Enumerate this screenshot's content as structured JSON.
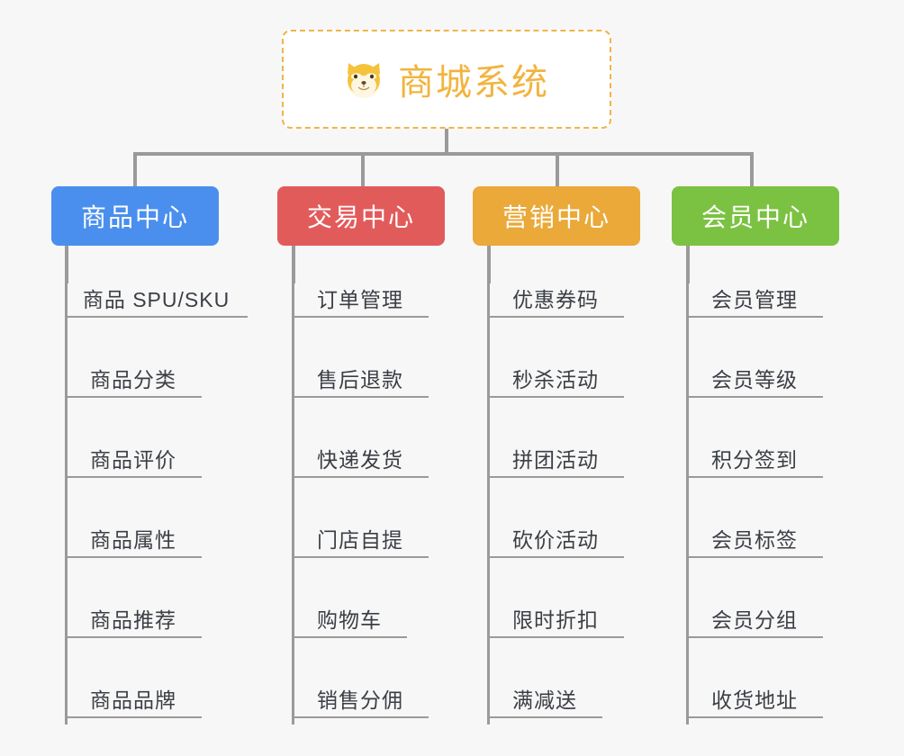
{
  "diagram": {
    "background_color": "#f7f7f7",
    "connector_color": "#9a9a9a",
    "root": {
      "icon": "shiba-dog-face-icon",
      "icon_glyph": "🐕",
      "title": "商城系统",
      "text_color": "#f2b43f",
      "border_color": "#f0b44a",
      "fill_color": "#ffffff"
    },
    "categories": [
      {
        "label": "商品中心",
        "color": "#4a8fee",
        "items": [
          "商品 SPU/SKU",
          "商品分类",
          "商品评价",
          "商品属性",
          "商品推荐",
          "商品品牌"
        ]
      },
      {
        "label": "交易中心",
        "color": "#e25b5b",
        "items": [
          "订单管理",
          "售后退款",
          "快递发货",
          "门店自提",
          "购物车",
          "销售分佣"
        ]
      },
      {
        "label": "营销中心",
        "color": "#eaa939",
        "items": [
          "优惠券码",
          "秒杀活动",
          "拼团活动",
          "砍价活动",
          "限时折扣",
          "满减送"
        ]
      },
      {
        "label": "会员中心",
        "color": "#7bc242",
        "items": [
          "会员管理",
          "会员等级",
          "积分签到",
          "会员标签",
          "会员分组",
          "收货地址"
        ]
      }
    ]
  }
}
